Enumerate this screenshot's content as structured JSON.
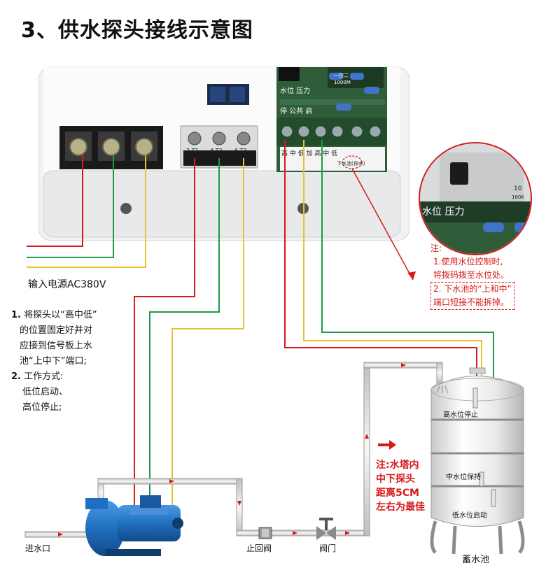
{
  "title": "3、供水探头接线示意图",
  "power_input_label": "输入电源AC380V",
  "steps": {
    "s1_num": "1.",
    "s1_lines": [
      "将探头以“高中低”",
      "的位置固定好并对",
      "应接到信号板上水",
      "池“上中下”端口;"
    ],
    "s2_num": "2.",
    "s2_lines": [
      "工作方式:",
      "低位启动、",
      "高位停止;"
    ]
  },
  "notes": {
    "head": "注:",
    "n1_lines": [
      "1.使用水位控制时,",
      "将拨码拨至水位处。"
    ],
    "n2_lines": [
      "2. 下水池的“上和中”",
      "端口短接不能拆掉。"
    ]
  },
  "tower_note": [
    "注:水塔内",
    "中下探头",
    "距离5CM",
    "左右为最佳"
  ],
  "tower_labels": {
    "high": "高水位停止",
    "mid": "中水位保持",
    "low": "低水位启动",
    "name": "蓄水池"
  },
  "pipe_labels": {
    "inlet": "进水口",
    "check_valve": "止回阀",
    "valve": "阀门"
  },
  "board": {
    "panel_labels": "水位 压力",
    "panel_labels2": "停 公共 启",
    "terminal_labels": "高  中  低  加  高  中  低",
    "port_note": "下水池(排水)",
    "small_labels": [
      "2 T1",
      "4 T2",
      "6 T3"
    ],
    "dip": "一控二",
    "dip2": "1000M"
  },
  "zoom": {
    "labels": "水位 压力",
    "small": "10",
    "small2": "180K"
  },
  "colors": {
    "red": "#d51a1a",
    "green": "#1f9a48",
    "yellow": "#e8c230",
    "pump_blue": "#1f6fc0",
    "board_green": "#2f5d3a"
  }
}
